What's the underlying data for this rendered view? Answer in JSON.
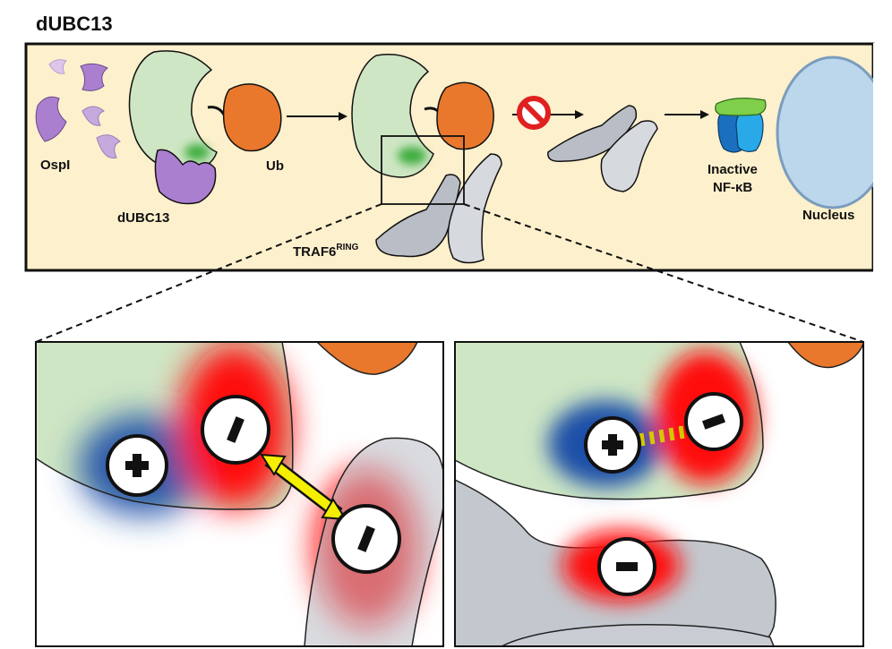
{
  "title": "dUBC13",
  "labels": {
    "ospi": "OspI",
    "dubc13": "dUBC13",
    "ub": "Ub",
    "traf6_base": "TRAF6",
    "traf6_sup": "RING",
    "inactive": "Inactive",
    "nfkb": "NF-κB",
    "nucleus": "Nucleus"
  },
  "colors": {
    "panel_bg": "#fdf0cc",
    "dubc13_green": "#cfe6c4",
    "ospi_purple": "#ab7fd0",
    "ub_orange": "#e9782c",
    "traf6_grey": "#b9bec6",
    "nucleus_blue": "#bcd6ec",
    "positive_blue": "#1f4fa8",
    "negative_red": "#ff1010",
    "arrow_yellow": "#f5f000",
    "block_red": "#e02020"
  },
  "charges": {
    "positive": "+",
    "negative": "−"
  }
}
